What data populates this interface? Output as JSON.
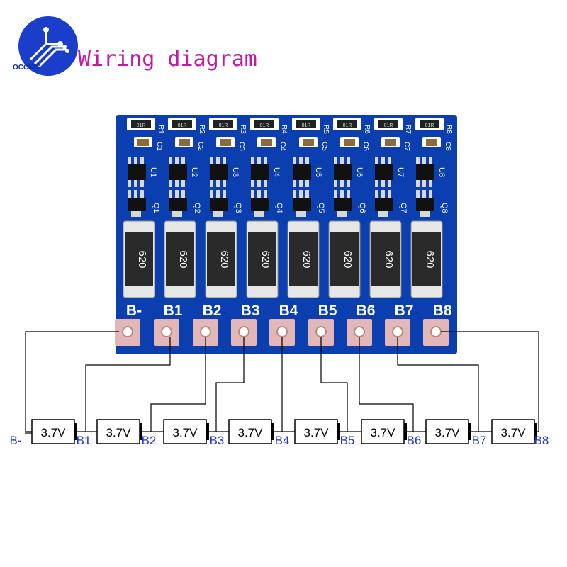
{
  "title": "Wiring diagram",
  "brand": {
    "name": "OCCKIC",
    "color": "#1a3ec9"
  },
  "board": {
    "color": "#0b3fb0",
    "pads": [
      "B-",
      "B1",
      "B2",
      "B3",
      "B4",
      "B5",
      "B6",
      "B7",
      "B8"
    ],
    "resistor_codes": [
      "01R",
      "01R",
      "01R",
      "01R",
      "01R",
      "01R",
      "01R",
      "01R"
    ],
    "designators_r": [
      "R1",
      "R2",
      "R3",
      "R4",
      "R5",
      "R6",
      "R7",
      "R8"
    ],
    "designators_c": [
      "C1",
      "C2",
      "C3",
      "C4",
      "C5",
      "C6",
      "C7",
      "C8"
    ],
    "designators_u": [
      "U1",
      "U2",
      "U3",
      "U4",
      "U5",
      "U6",
      "U7",
      "U8"
    ],
    "designators_q": [
      "Q1",
      "Q2",
      "Q3",
      "Q4",
      "Q5",
      "Q6",
      "Q7",
      "Q8"
    ],
    "power_resistor_codes": [
      "620",
      "620",
      "620",
      "620",
      "620",
      "620",
      "620",
      "620"
    ]
  },
  "cells": {
    "label": "3.7V",
    "count": 8,
    "node_labels": [
      "B-",
      "B1",
      "B2",
      "B3",
      "B4",
      "B5",
      "B6",
      "B7",
      "B8"
    ],
    "node_label_color": "#2233c6"
  }
}
